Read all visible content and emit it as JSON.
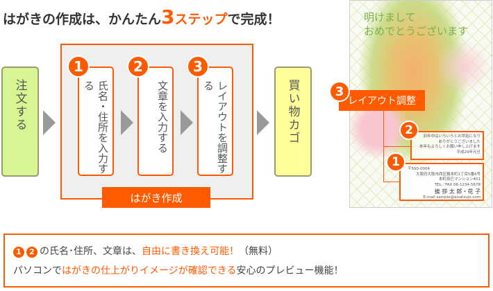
{
  "title": {
    "part1": "はがきの作成は、かんたん",
    "number": "3",
    "part2": "ステップ",
    "part3": "で完成！"
  },
  "flow": {
    "order": "注文する",
    "steps": [
      {
        "num": "1",
        "label": "氏名・住所を入力する"
      },
      {
        "num": "2",
        "label": "文章を入力する"
      },
      {
        "num": "3",
        "label": "レイアウトを調整する"
      }
    ],
    "frame_label": "はがき作成",
    "cart": "買い物カゴ"
  },
  "postcard": {
    "greeting": [
      "明けまして",
      "おめでとうございます"
    ],
    "layout_label": "レイアウト調整",
    "message": [
      "旧年中はいろいろとお世話になり",
      "ありがとうございました",
      "本年もよろしくお願い申し上げます",
      "平成29年元旦"
    ],
    "address": [
      "〒550-0004",
      "大阪府大阪市西区靱本町1丁目5番6号",
      "本町辰巳マンション401",
      "TEL／FAX 06-1234-5678"
    ],
    "names": "挨 拶 太 郎・花 子",
    "email": "E-mail sample@aisatsujo.com",
    "badges": [
      "1",
      "2",
      "3"
    ]
  },
  "bottom": {
    "badges": [
      "1",
      "2"
    ],
    "line1_a": "の氏名･住所、文章は、",
    "line1_hl": "自由に書き換え可能！",
    "line1_b": "（無料）",
    "line2_a": "パソコンで",
    "line2_hl": "はがきの仕上がりイメージが確認できる",
    "line2_b": "安心のプレビュー機能！"
  }
}
